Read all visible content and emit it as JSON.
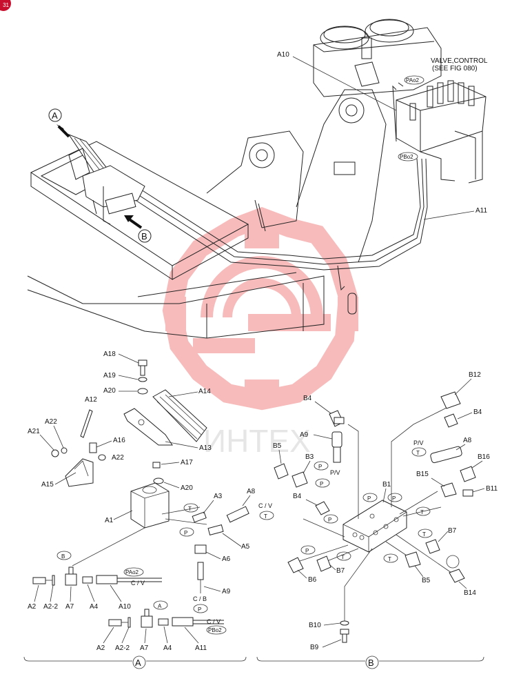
{
  "corner_badge": "31",
  "watermark": "ИНТЕХ",
  "overview": {
    "callout_a": "A",
    "callout_b": "B",
    "note_line1": "VALVE,CONTROL",
    "note_line2": "(SEE FIG 080)",
    "label_a10": "A10",
    "label_a11": "A11",
    "port_pao2": "PAo2",
    "port_pbo2": "PBo2"
  },
  "detail_a": {
    "section_label": "A",
    "labels": {
      "a18": "A18",
      "a19": "A19",
      "a20_top": "A20",
      "a14": "A14",
      "a12": "A12",
      "a22_top": "A22",
      "a21": "A21",
      "a16": "A16",
      "a22_mid": "A22",
      "a13": "A13",
      "a17": "A17",
      "a15": "A15",
      "a20_mid": "A20",
      "a3": "A3",
      "a8": "A8",
      "a1": "A1",
      "a5": "A5",
      "a6": "A6",
      "a9": "A9",
      "a2_top": "A2",
      "a2_2_top": "A2-2",
      "a7_top": "A7",
      "a4_top": "A4",
      "a10": "A10",
      "a2_bot": "A2",
      "a2_2_bot": "A2-2",
      "a7_bot": "A7",
      "a4_bot": "A4",
      "a11": "A11"
    },
    "ports": {
      "t_a3": "T",
      "p_a5": "P",
      "cv_a8": "C / V",
      "t_a8": "T",
      "cb_a9": "C / B",
      "p_a9": "P",
      "b_callout": "B",
      "pao2": "PAo2",
      "cv_top": "C / V",
      "a_callout": "A",
      "cv_bot": "C / V",
      "pbo2": "PBo2"
    }
  },
  "detail_b": {
    "section_label": "B",
    "labels": {
      "b12": "B12",
      "b4_top": "B4",
      "b4_right": "B4",
      "a9": "A9",
      "b5_left": "B5",
      "b3": "B3",
      "a8": "A8",
      "b16": "B16",
      "b1": "B1",
      "b15": "B15",
      "b11": "B11",
      "b4_mid": "B4",
      "b7_right": "B7",
      "b6": "B6",
      "b7_mid": "B7",
      "b5_bot": "B5",
      "b14": "B14",
      "b10": "B10",
      "b9": "B9"
    },
    "ports": {
      "pv_a9": "P/V",
      "pv_a8": "P/V",
      "t_a8": "T",
      "p1": "P",
      "p2": "P",
      "p3": "P",
      "p4": "P",
      "p5": "P",
      "p6": "P",
      "t1": "T",
      "t2": "T",
      "t3": "T",
      "t4": "T"
    }
  }
}
